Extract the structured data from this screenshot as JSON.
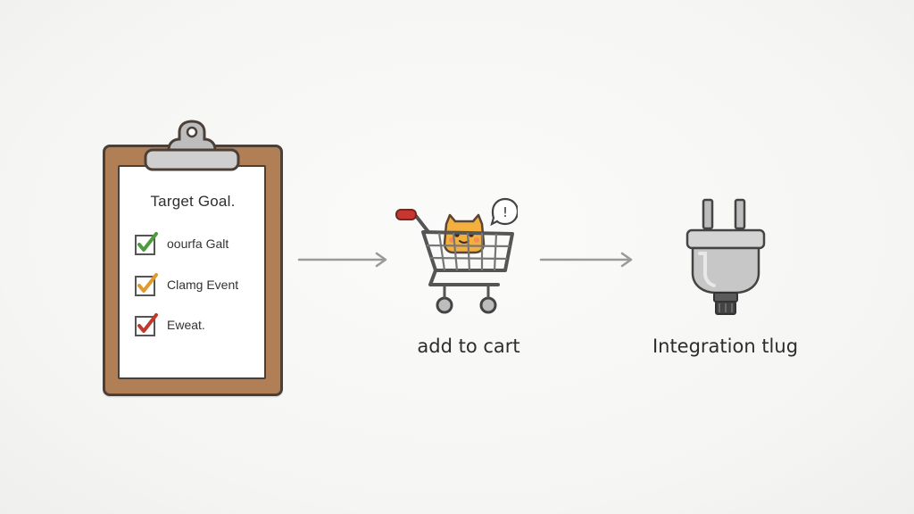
{
  "clipboard": {
    "title": "Target Goal.",
    "items": [
      {
        "label": "oourfa Galt",
        "check_color": "#4f9a3c"
      },
      {
        "label": "Clamg Event",
        "check_color": "#e09a2e"
      },
      {
        "label": "Eweat.",
        "check_color": "#c0392b"
      }
    ]
  },
  "cart": {
    "label": "add to cart"
  },
  "plug": {
    "label": "Integration tlug"
  },
  "colors": {
    "board": "#b07f56",
    "outline": "#4a4038",
    "arrow": "#9a9a9a",
    "cart_item": "#f3b03e",
    "plug_body": "#cfcfcf",
    "handle": "#c8372f"
  }
}
